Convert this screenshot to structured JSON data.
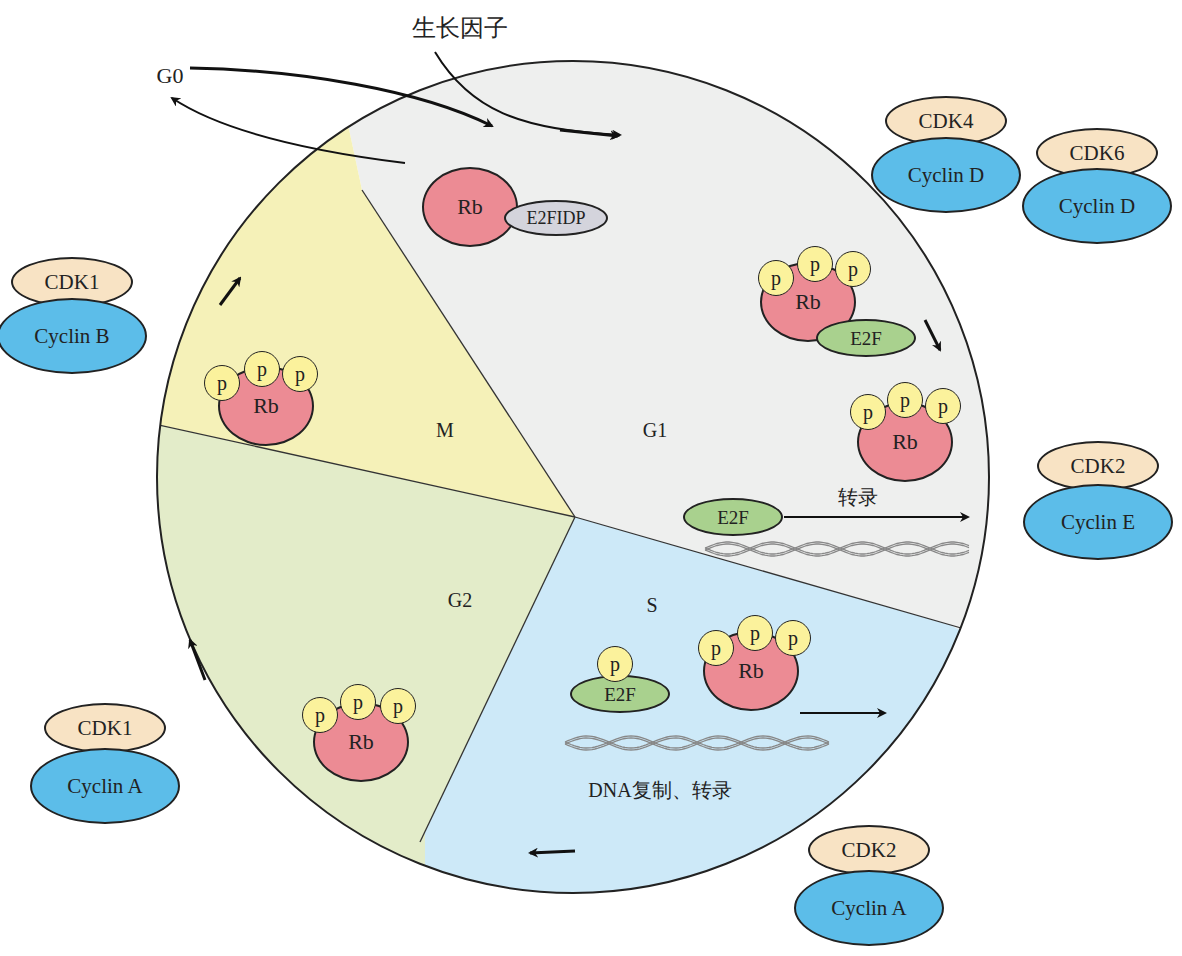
{
  "diagram": {
    "nodes": [
      {
        "text": [
          "Rb"
        ]
      },
      {
        "text": [
          "E2FIDP"
        ]
      },
      {
        "text": [
          "CDK4"
        ]
      },
      {
        "text": [
          "Cyclin D"
        ]
      },
      {
        "text": [
          "CDK6"
        ]
      },
      {
        "text": [
          "Cyclin D"
        ]
      },
      {
        "text": [
          "CDK1"
        ]
      },
      {
        "text": [
          "Cyclin B"
        ]
      },
      {
        "text": [
          "p"
        ]
      },
      {
        "text": [
          "p"
        ]
      },
      {
        "text": [
          "p"
        ]
      },
      {
        "text": [
          "Rb"
        ]
      },
      {
        "text": [
          "E2F"
        ]
      },
      {
        "text": [
          "p"
        ]
      },
      {
        "text": [
          "p"
        ]
      },
      {
        "text": [
          "p"
        ]
      },
      {
        "text": [
          "Rb"
        ]
      },
      {
        "text": [
          "p"
        ]
      },
      {
        "text": [
          "p"
        ]
      },
      {
        "text": [
          "p"
        ]
      },
      {
        "text": [
          "Rb"
        ]
      },
      {
        "text": [
          "CDK2"
        ]
      },
      {
        "text": [
          "Cyclin E"
        ]
      },
      {
        "text": [
          "E2F"
        ]
      },
      {
        "text": [
          "p"
        ]
      },
      {
        "text": [
          "E2F"
        ]
      },
      {
        "text": [
          "p"
        ]
      },
      {
        "text": [
          "p"
        ]
      },
      {
        "text": [
          "p"
        ]
      },
      {
        "text": [
          "Rb"
        ]
      },
      {
        "text": [
          "p"
        ]
      },
      {
        "text": [
          "p"
        ]
      },
      {
        "text": [
          "p"
        ]
      },
      {
        "text": [
          "Rb"
        ]
      },
      {
        "text": [
          "CDK1"
        ]
      },
      {
        "text": [
          "Cyclin A"
        ]
      },
      {
        "text": [
          "CDK2"
        ]
      },
      {
        "text": [
          "Cyclin A"
        ]
      }
    ],
    "labels": [
      "生长因子",
      "G0",
      "M",
      "G1",
      "转录",
      "G2",
      "S",
      "DNA复制、转录"
    ]
  }
}
